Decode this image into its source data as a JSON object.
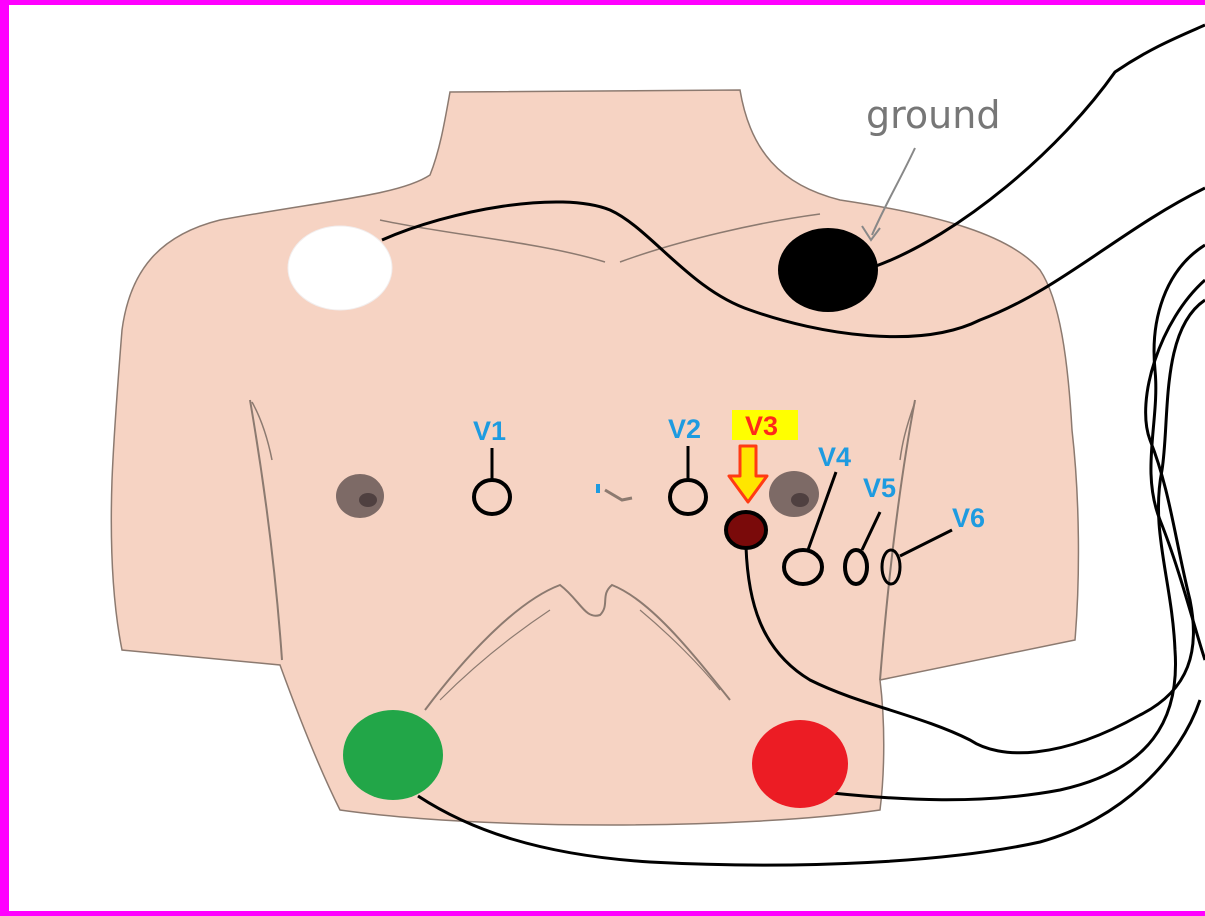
{
  "labels": {
    "ground": "ground",
    "v1": "V1",
    "v2": "V2",
    "v3": "V3",
    "v4": "V4",
    "v5": "V5",
    "v6": "V6"
  },
  "colors": {
    "frame": "#ff00ff",
    "skin": "#f6d3c3",
    "precordial_label": "#1e9be0",
    "highlight_label": "#ff2a1a",
    "highlight_bg": "#ffff00",
    "arrow_fill": "#ffe600",
    "arrow_stroke": "#ff3b14",
    "electrode_white": "#ffffff",
    "electrode_black": "#000000",
    "electrode_green": "#22a648",
    "electrode_red": "#ec1c24",
    "electrode_v3": "#7a0a0a"
  },
  "highlighted_lead": "V3"
}
